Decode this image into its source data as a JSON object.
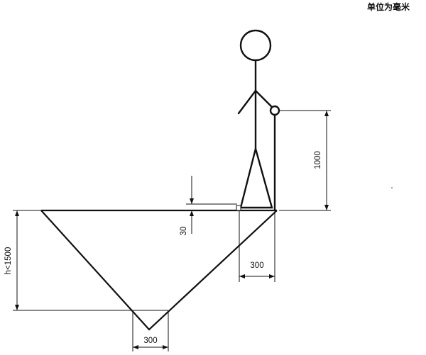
{
  "unit_note": "单位为毫米",
  "dimensions": {
    "fence_height": "1000",
    "toe_board_height": "30",
    "base_width": "300",
    "trench_bottom_width": "300",
    "depth_limit": "h<1500"
  },
  "colors": {
    "line": "#111111",
    "background": "#ffffff"
  }
}
